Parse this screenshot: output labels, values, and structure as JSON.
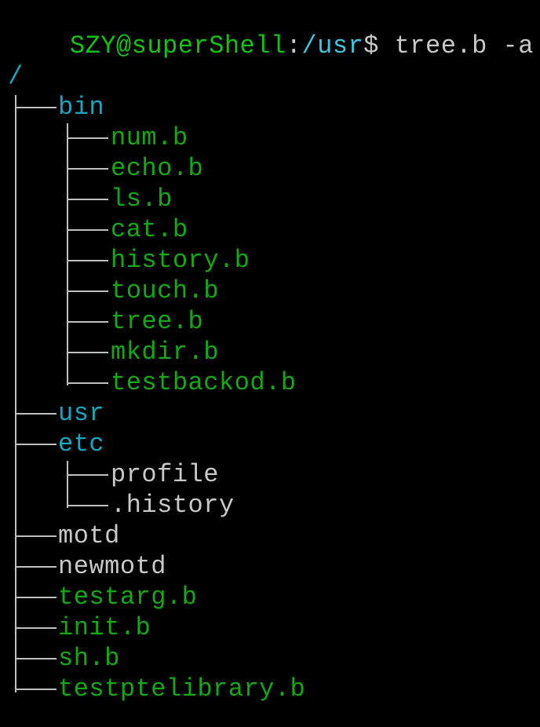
{
  "prompt": {
    "user_host": "SZY@superShell",
    "separator": ":",
    "cwd": "/usr",
    "symbol": "$",
    "command": "tree.b -a"
  },
  "tree": {
    "root": "/",
    "items": [
      {
        "name": "bin",
        "type": "dir"
      },
      {
        "name": "num.b",
        "type": "exe"
      },
      {
        "name": "echo.b",
        "type": "exe"
      },
      {
        "name": "ls.b",
        "type": "exe"
      },
      {
        "name": "cat.b",
        "type": "exe"
      },
      {
        "name": "history.b",
        "type": "exe"
      },
      {
        "name": "touch.b",
        "type": "exe"
      },
      {
        "name": "tree.b",
        "type": "exe"
      },
      {
        "name": "mkdir.b",
        "type": "exe"
      },
      {
        "name": "testbackod.b",
        "type": "exe"
      },
      {
        "name": "usr",
        "type": "dir"
      },
      {
        "name": "etc",
        "type": "dir"
      },
      {
        "name": "profile",
        "type": "file"
      },
      {
        "name": ".history",
        "type": "file"
      },
      {
        "name": "motd",
        "type": "file"
      },
      {
        "name": "newmotd",
        "type": "file"
      },
      {
        "name": "testarg.b",
        "type": "exe"
      },
      {
        "name": "init.b",
        "type": "exe"
      },
      {
        "name": "sh.b",
        "type": "exe"
      },
      {
        "name": "testptelibrary.b",
        "type": "exe"
      }
    ]
  },
  "colors": {
    "background": "#000000",
    "prompt_user": "#13c313",
    "prompt_path": "#3ec6e0",
    "directory": "#17a7c0",
    "executable": "#13a913",
    "plain_file": "#c8c8c8",
    "tree_lines": "#c0c0c0"
  }
}
